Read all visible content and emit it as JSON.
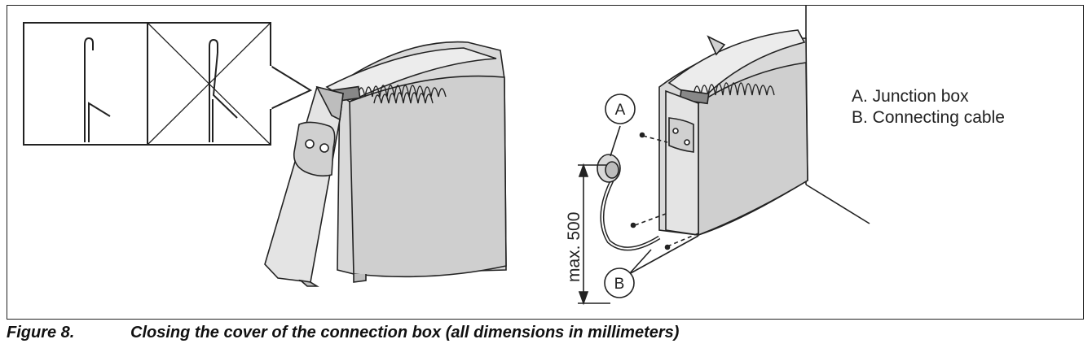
{
  "figure": {
    "label": "Figure 8.",
    "caption": "Closing the cover of the connection box (all dimensions in millimeters)"
  },
  "legend": {
    "a": "A. Junction box",
    "b": "B. Connecting cable"
  },
  "callouts": {
    "a": "A",
    "b": "B"
  },
  "dimension": {
    "label": "max. 500"
  },
  "colors": {
    "line": "#222222",
    "panel": "#d9d9d9",
    "panel_dark": "#bdbdbd",
    "panel_light": "#ececec"
  }
}
